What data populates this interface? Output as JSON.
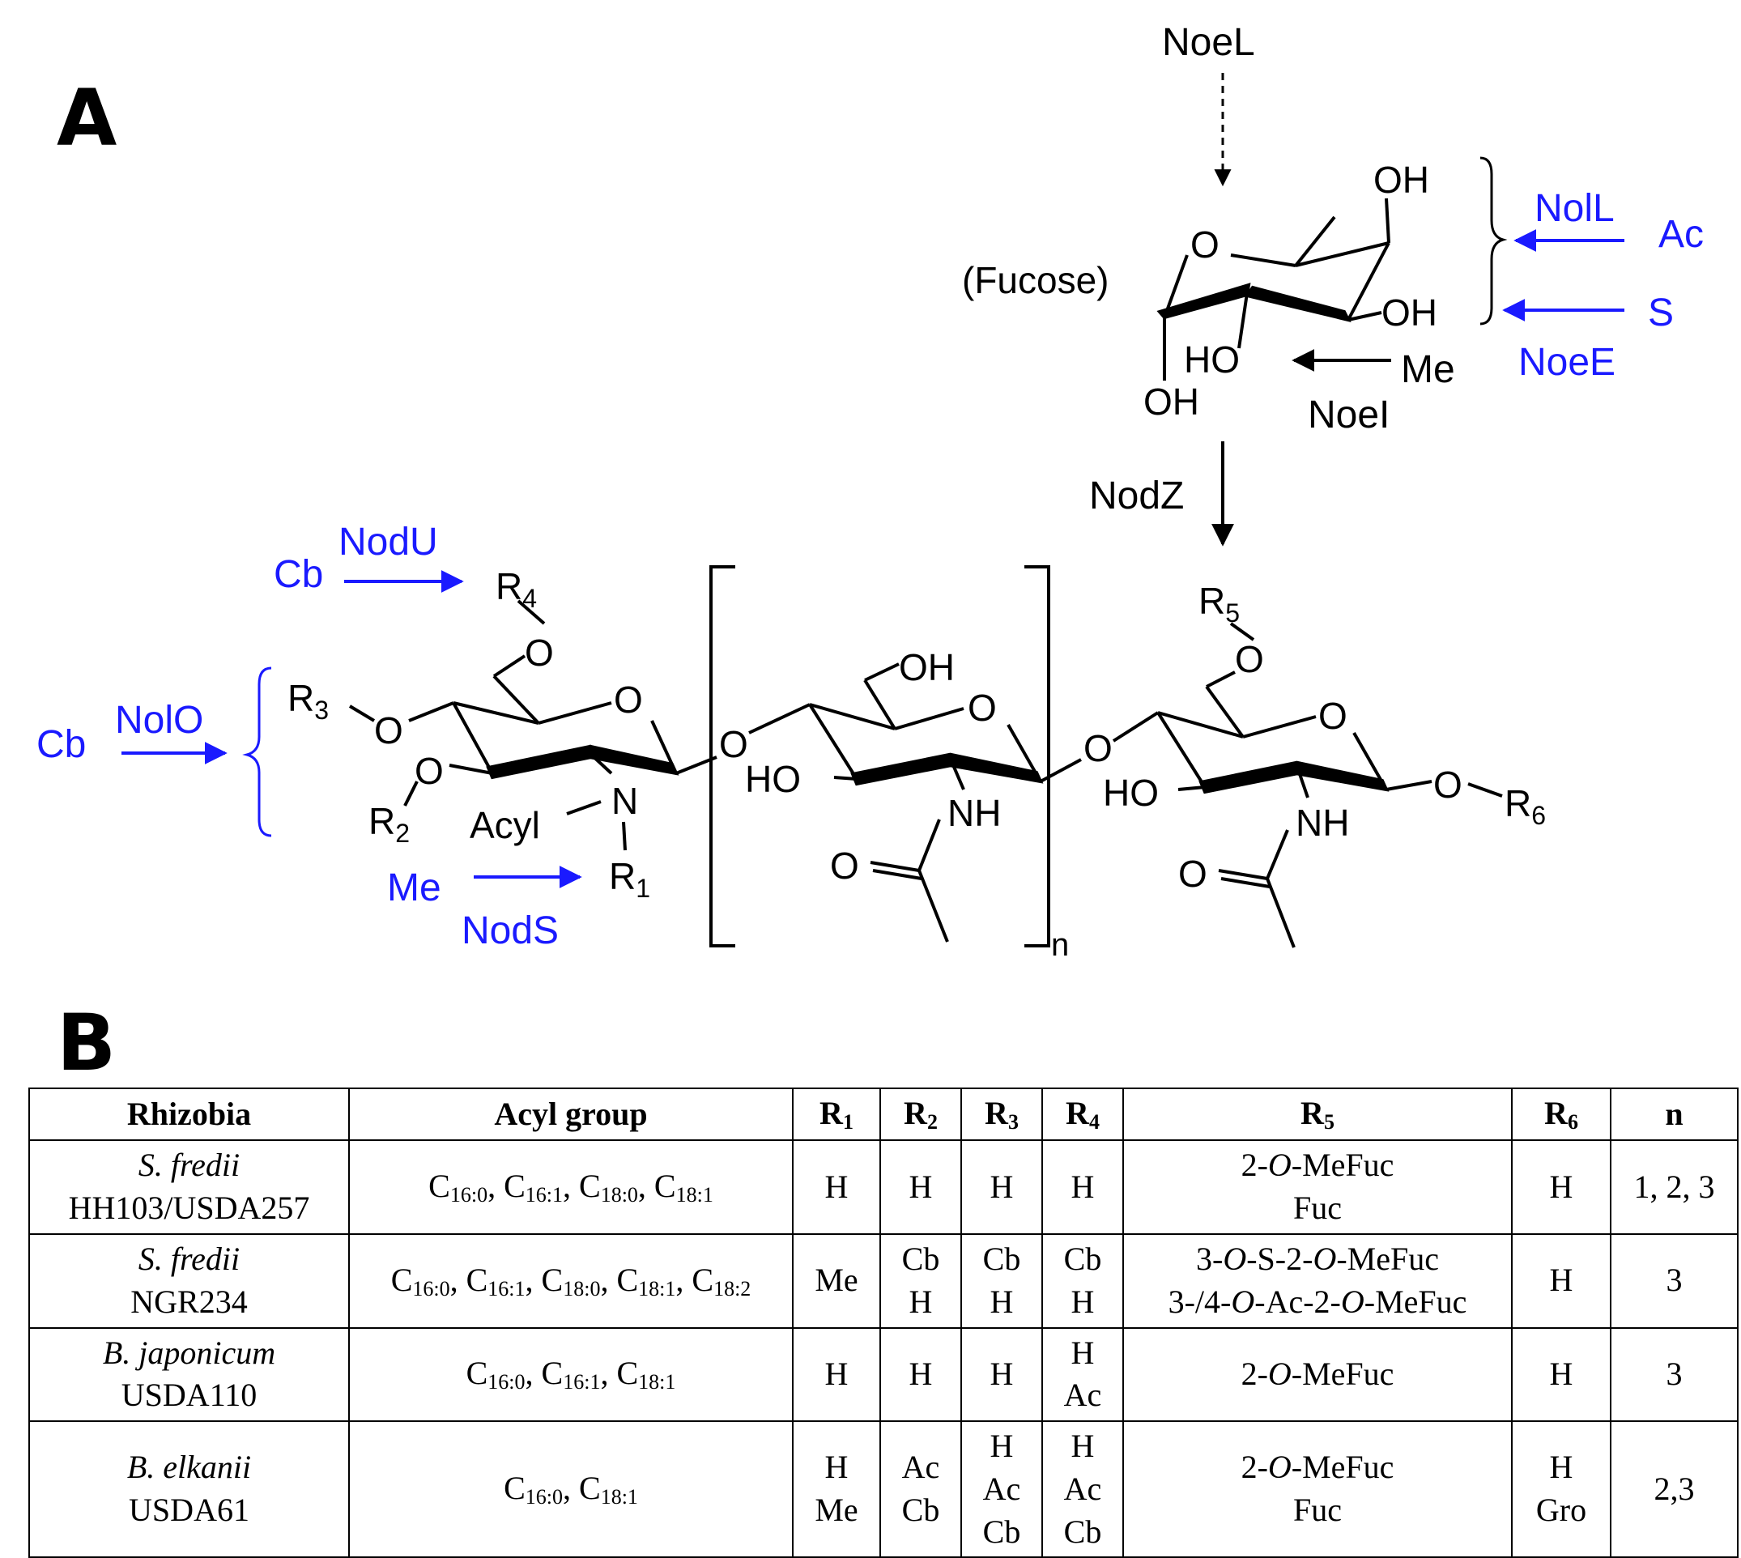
{
  "panels": {
    "a": "A",
    "b": "B"
  },
  "colors": {
    "enzyme": "#1a1aff",
    "ink": "#000000"
  },
  "diagram": {
    "fucose_label": "(Fucose)",
    "atoms": {
      "fuc_oh_top": "OH",
      "fuc_oh_right": "OH",
      "fuc_ho": "HO",
      "fuc_oh_bottom": "OH",
      "fuc_ring_o": "O",
      "r1": "R",
      "r1_sub": "1",
      "r2": "R",
      "r2_sub": "2",
      "r3": "R",
      "r3_sub": "3",
      "r4": "R",
      "r4_sub": "4",
      "r5": "R",
      "r5_sub": "5",
      "r6": "R",
      "r6_sub": "6",
      "o": "O",
      "oh": "OH",
      "ho": "HO",
      "nh": "NH",
      "n": "N",
      "acyl": "Acyl",
      "repeat_n": "n"
    },
    "enzymes": {
      "noel": "NoeL",
      "nodz": "NodZ",
      "noei": "NoeI",
      "noei_group": "Me",
      "noll": "NolL",
      "noll_group": "Ac",
      "noee": "NoeE",
      "noee_group": "S",
      "nodu": "NodU",
      "nodu_group": "Cb",
      "nolo": "NolO",
      "nolo_group": "Cb",
      "nods": "NodS",
      "nods_group": "Me"
    }
  },
  "table": {
    "headers": [
      {
        "main": "Rhizobia",
        "sub": ""
      },
      {
        "main": "Acyl group",
        "sub": ""
      },
      {
        "main": "R",
        "sub": "1"
      },
      {
        "main": "R",
        "sub": "2"
      },
      {
        "main": "R",
        "sub": "3"
      },
      {
        "main": "R",
        "sub": "4"
      },
      {
        "main": "R",
        "sub": "5"
      },
      {
        "main": "R",
        "sub": "6"
      },
      {
        "main": "n",
        "sub": ""
      }
    ],
    "rows": [
      {
        "species": "S. fredii",
        "strain": "HH103/USDA257",
        "acyl": [
          [
            "C",
            "16:0"
          ],
          [
            "C",
            "16:1"
          ],
          [
            "C",
            "18:0"
          ],
          [
            "C",
            "18:1"
          ]
        ],
        "r1": [
          "H"
        ],
        "r2": [
          "H"
        ],
        "r3": [
          "H"
        ],
        "r4": [
          "H"
        ],
        "r5": [
          [
            [
              "2-",
              ""
            ],
            [
              "O",
              "it"
            ],
            [
              "-MeFuc",
              ""
            ]
          ],
          [
            [
              "Fuc",
              ""
            ]
          ]
        ],
        "r6": [
          "H"
        ],
        "n": "1, 2, 3"
      },
      {
        "species": "S. fredii",
        "strain": "NGR234",
        "acyl": [
          [
            "C",
            "16:0"
          ],
          [
            "C",
            "16:1"
          ],
          [
            "C",
            "18:0"
          ],
          [
            "C",
            "18:1"
          ],
          [
            "C",
            "18:2"
          ]
        ],
        "r1": [
          "Me"
        ],
        "r2": [
          "Cb",
          "H"
        ],
        "r3": [
          "Cb",
          "H"
        ],
        "r4": [
          "Cb",
          "H"
        ],
        "r5": [
          [
            [
              "3-",
              ""
            ],
            [
              "O",
              "it"
            ],
            [
              "-S-2-",
              ""
            ],
            [
              "O",
              "it"
            ],
            [
              "-MeFuc",
              ""
            ]
          ],
          [
            [
              "3-/4-",
              ""
            ],
            [
              "O",
              "it"
            ],
            [
              "-Ac-2-",
              ""
            ],
            [
              "O",
              "it"
            ],
            [
              "-MeFuc",
              ""
            ]
          ]
        ],
        "r6": [
          "H"
        ],
        "n": "3"
      },
      {
        "species": "B. japonicum",
        "strain": "USDA110",
        "acyl": [
          [
            "C",
            "16:0"
          ],
          [
            "C",
            "16:1"
          ],
          [
            "C",
            "18:1"
          ]
        ],
        "r1": [
          "H"
        ],
        "r2": [
          "H"
        ],
        "r3": [
          "H"
        ],
        "r4": [
          "H",
          "Ac"
        ],
        "r5": [
          [
            [
              "2-",
              ""
            ],
            [
              "O",
              "it"
            ],
            [
              "-MeFuc",
              ""
            ]
          ]
        ],
        "r6": [
          "H"
        ],
        "n": "3"
      },
      {
        "species": "B. elkanii",
        "strain": "USDA61",
        "acyl": [
          [
            "C",
            "16:0"
          ],
          [
            "C",
            "18:1"
          ]
        ],
        "r1": [
          "H",
          "Me"
        ],
        "r2": [
          "Ac",
          "Cb"
        ],
        "r3": [
          "H",
          "Ac",
          "Cb"
        ],
        "r4": [
          "H",
          "Ac",
          "Cb"
        ],
        "r5": [
          [
            [
              "2-",
              ""
            ],
            [
              "O",
              "it"
            ],
            [
              "-MeFuc",
              ""
            ]
          ],
          [
            [
              "Fuc",
              ""
            ]
          ]
        ],
        "r6": [
          "H",
          "Gro"
        ],
        "n": "2,3"
      }
    ]
  }
}
